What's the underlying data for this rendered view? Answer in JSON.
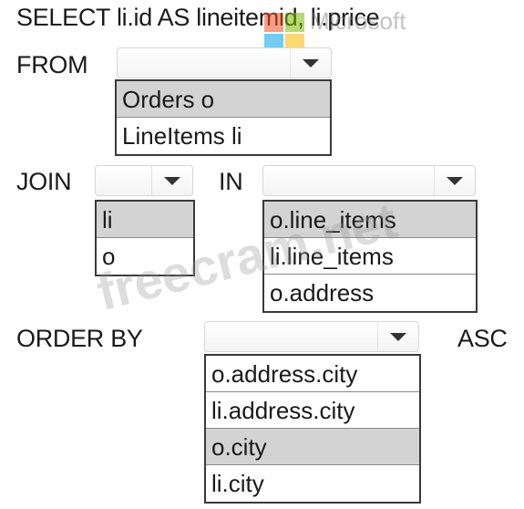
{
  "select_line": "SELECT li.id AS lineitemid, li.price",
  "from": {
    "label": "FROM",
    "options": [
      "Orders o",
      "LineItems li"
    ],
    "selected_index": 0
  },
  "join": {
    "label": "JOIN",
    "options": [
      "li",
      "o"
    ],
    "selected_index": 0
  },
  "in": {
    "label": "IN",
    "options": [
      "o.line_items",
      "li.line_items",
      "o.address"
    ],
    "selected_index": 0
  },
  "order_by": {
    "label": "ORDER BY",
    "suffix": "ASC",
    "options": [
      "o.address.city",
      "li.address.city",
      "o.city",
      "li.city"
    ],
    "selected_index": 2
  },
  "watermark": "freecram.net",
  "brand_text": "Microsoft",
  "colors": {
    "selected_option_bg": "#d3d3d3",
    "logo_red": "#f25022",
    "logo_green": "#7fba00",
    "logo_blue": "#00a4ef",
    "logo_yellow": "#ffb900"
  }
}
